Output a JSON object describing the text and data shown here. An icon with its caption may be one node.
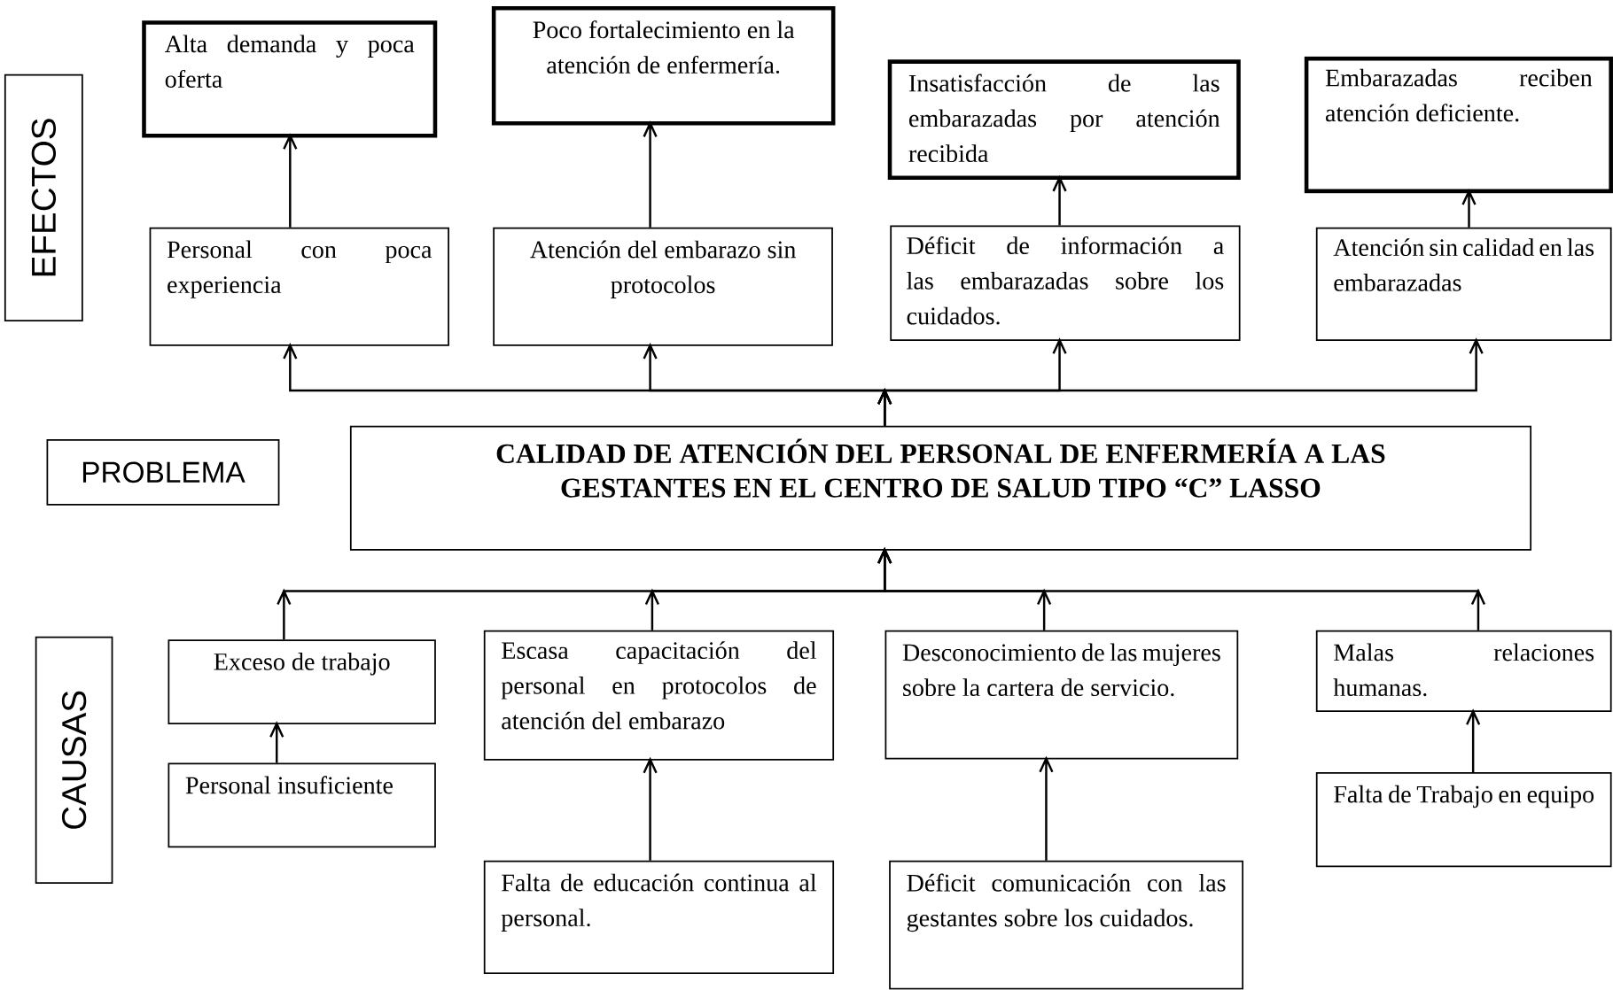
{
  "diagram": {
    "nodes": [
      {
        "text": [
          "EFECTOS"
        ]
      },
      {
        "text": [
          "Alta demanda y poca oferta"
        ]
      },
      {
        "text": [
          "Poco fortalecimiento en la atención de enfermería."
        ]
      },
      {
        "text": [
          "Insatisfacción de las embarazadas por atención recibida"
        ]
      },
      {
        "text": [
          "Embarazadas reciben atención deficiente."
        ]
      },
      {
        "text": [
          "Personal con poca experiencia"
        ]
      },
      {
        "text": [
          "Atención del embarazo sin protocolos"
        ]
      },
      {
        "text": [
          "Déficit de información a las embarazadas sobre los cuidados."
        ]
      },
      {
        "text": [
          "Atención sin calidad en las embarazadas"
        ]
      },
      {
        "text": [
          "PROBLEMA"
        ]
      },
      {
        "text": [
          "CALIDAD DE ATENCIÓN DEL PERSONAL DE ENFERMERÍA A LAS GESTANTES EN EL CENTRO DE SALUD TIPO “C” LASSO"
        ]
      },
      {
        "text": [
          "CAUSAS"
        ]
      },
      {
        "text": [
          "Exceso de trabajo"
        ]
      },
      {
        "text": [
          "Escasa capacitación del personal en protocolos de atención del embarazo"
        ]
      },
      {
        "text": [
          "Desconocimiento de las mujeres sobre la cartera de servicio."
        ]
      },
      {
        "text": [
          "Malas relaciones humanas."
        ]
      },
      {
        "text": [
          "Personal insuficiente"
        ]
      },
      {
        "text": [
          "Falta de educación continua al personal."
        ]
      },
      {
        "text": [
          "Déficit comunicación con las gestantes sobre los cuidados."
        ]
      },
      {
        "text": [
          "Falta de Trabajo en equipo"
        ]
      }
    ],
    "edges": [
      {
        "from": 5,
        "to": 1,
        "arrow": "to"
      },
      {
        "from": 6,
        "to": 2,
        "arrow": "to"
      },
      {
        "from": 7,
        "to": 3,
        "arrow": "to"
      },
      {
        "from": 8,
        "to": 4,
        "arrow": "to"
      },
      {
        "from": 10,
        "to": 5,
        "arrow": "to"
      },
      {
        "from": 10,
        "to": 6,
        "arrow": "to"
      },
      {
        "from": 10,
        "to": 7,
        "arrow": "to"
      },
      {
        "from": 10,
        "to": 8,
        "arrow": "to"
      },
      {
        "from": 12,
        "to": 10,
        "arrow": "to"
      },
      {
        "from": 13,
        "to": 10,
        "arrow": "to"
      },
      {
        "from": 14,
        "to": 10,
        "arrow": "to"
      },
      {
        "from": 15,
        "to": 10,
        "arrow": "to"
      },
      {
        "from": 16,
        "to": 12,
        "arrow": "to"
      },
      {
        "from": 17,
        "to": 13,
        "arrow": "to"
      },
      {
        "from": 18,
        "to": 14,
        "arrow": "to"
      },
      {
        "from": 19,
        "to": 15,
        "arrow": "to"
      }
    ]
  }
}
